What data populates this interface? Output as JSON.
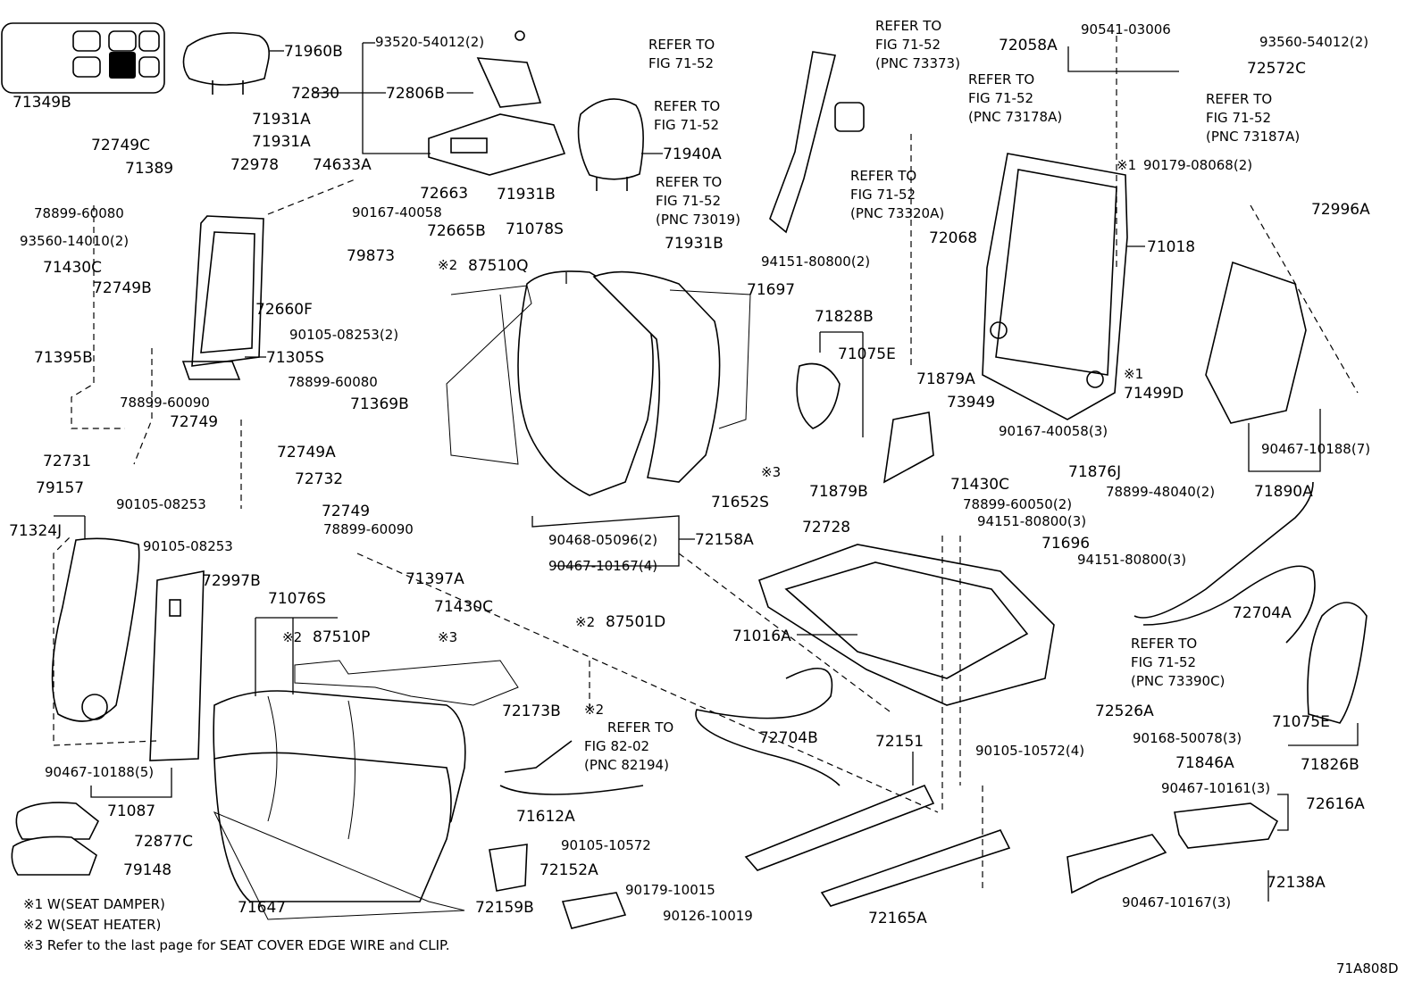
{
  "labels": {
    "p71960B": "71960B",
    "p93520": "93520-54012(2)",
    "p72830": "72830",
    "p72806B": "72806B",
    "p71349B": "71349B",
    "p72749C": "72749C",
    "p71389": "71389",
    "p78899_60080": "78899-60080",
    "p71931A_1": "71931A",
    "p71931A_2": "71931A",
    "p72978": "72978",
    "p74633A": "74633A",
    "p72663": "72663",
    "p90167_40058": "90167-40058",
    "p72665B": "72665B",
    "p93560_14010": "93560-14010(2)",
    "p71430C_1": "71430C",
    "p72749B": "72749B",
    "p72660F": "72660F",
    "p79873": "79873",
    "p90105_08253_2": "90105-08253(2)",
    "p71395B": "71395B",
    "p71305S": "71305S",
    "p78899_60090_1": "78899-60090",
    "p72749_1": "72749",
    "p72731": "72731",
    "p90105_08253_a": "90105-08253",
    "p78899_60080b": "78899-60080",
    "p71369B": "71369B",
    "p72749A": "72749A",
    "p79157": "79157",
    "p71324J": "71324J",
    "p72732": "72732",
    "p72749_2": "72749",
    "p78899_60090_2": "78899-60090",
    "p90105_08253_b": "90105-08253",
    "p72997B": "72997B",
    "p71397A": "71397A",
    "p71430C_2": "71430C",
    "p71940A": "71940A",
    "p71931B_1": "71931B",
    "p71931B_2": "71931B",
    "p71078S": "71078S",
    "p87510Q": "87510Q",
    "p87510Q_mark": "※2",
    "p71697": "71697",
    "p71652S": "71652S",
    "p90468": "90468-05096(2)",
    "p90467_10167_4": "90467-10167(4)",
    "p72158A": "72158A",
    "p71076S": "71076S",
    "p87510P": "87510P",
    "p87510P_mark": "※2",
    "p3mark_1": "※3",
    "p3mark_2": "※3",
    "p87501D": "87501D",
    "p87501D_mark": "※2",
    "p72173B": "72173B",
    "p71612A": "71612A",
    "p72152A": "72152A",
    "p72159B": "72159B",
    "p71647": "71647",
    "p90467_10188_5": "90467-10188(5)",
    "p71087": "71087",
    "p72877C": "72877C",
    "p79148": "79148",
    "p71828B": "71828B",
    "p71075E_1": "71075E",
    "p71879A": "71879A",
    "p73949": "73949",
    "p71879B": "71879B",
    "p72068": "72068",
    "p94151_80800_2": "94151-80800(2)",
    "p72058A": "72058A",
    "p90541": "90541-03006",
    "p93560_54012": "93560-54012(2)",
    "p72572C": "72572C",
    "p90179_08068": "90179-08068(2)",
    "p90179_mark": "※1",
    "p71018": "71018",
    "p72996A": "72996A",
    "p71499D": "71499D",
    "p71499D_mark": "※1",
    "p90167_40058_3": "90167-40058(3)",
    "p71430C_3": "71430C",
    "p71876J": "71876J",
    "p78899_48040": "78899-48040(2)",
    "p90467_10188_7": "90467-10188(7)",
    "p71890A": "71890A",
    "p72728": "72728",
    "p78899_60050": "78899-60050(2)",
    "p94151_80800_3a": "94151-80800(3)",
    "p71696": "71696",
    "p94151_80800_3b": "94151-80800(3)",
    "p72704A": "72704A",
    "p71016A": "71016A",
    "p72704B": "72704B",
    "p72151": "72151",
    "p72526A": "72526A",
    "p90105_10572_4": "90105-10572(4)",
    "p90168": "90168-50078(3)",
    "p71846A": "71846A",
    "p71075E_2": "71075E",
    "p71826B": "71826B",
    "p90467_10161": "90467-10161(3)",
    "p72616A": "72616A",
    "p90105_10572": "90105-10572",
    "p90179_10015": "90179-10015",
    "p90126_10019": "90126-10019",
    "p72165A": "72165A",
    "p72138A": "72138A",
    "p90467_10167_3": "90467-10167(3)"
  },
  "refs": {
    "r1": [
      "REFER TO",
      "FIG 71-52"
    ],
    "r2": [
      "REFER TO",
      "FIG 71-52"
    ],
    "r3": [
      "REFER TO",
      "FIG 71-52",
      "(PNC 73019)"
    ],
    "r4": [
      "REFER TO",
      "FIG 71-52",
      "(PNC 73373)"
    ],
    "r5": [
      "REFER TO",
      "FIG 71-52",
      "(PNC 73178A)"
    ],
    "r6": [
      "REFER TO",
      "FIG 71-52",
      "(PNC 73320A)"
    ],
    "r7": [
      "REFER TO",
      "FIG 71-52",
      "(PNC 73187A)"
    ],
    "r8": [
      "REFER TO",
      "FIG 71-52",
      "(PNC 73390C)"
    ],
    "r9": [
      "REFER TO",
      "FIG 82-02",
      "(PNC 82194)"
    ]
  },
  "ref9_mark": "※2",
  "notes": [
    "※1 W(SEAT DAMPER)",
    "※2 W(SEAT HEATER)",
    "※3  Refer to the last page for SEAT COVER EDGE WIRE and CLIP."
  ],
  "figure_code": "71A808D",
  "icon": "seat-position-indicator-icon"
}
